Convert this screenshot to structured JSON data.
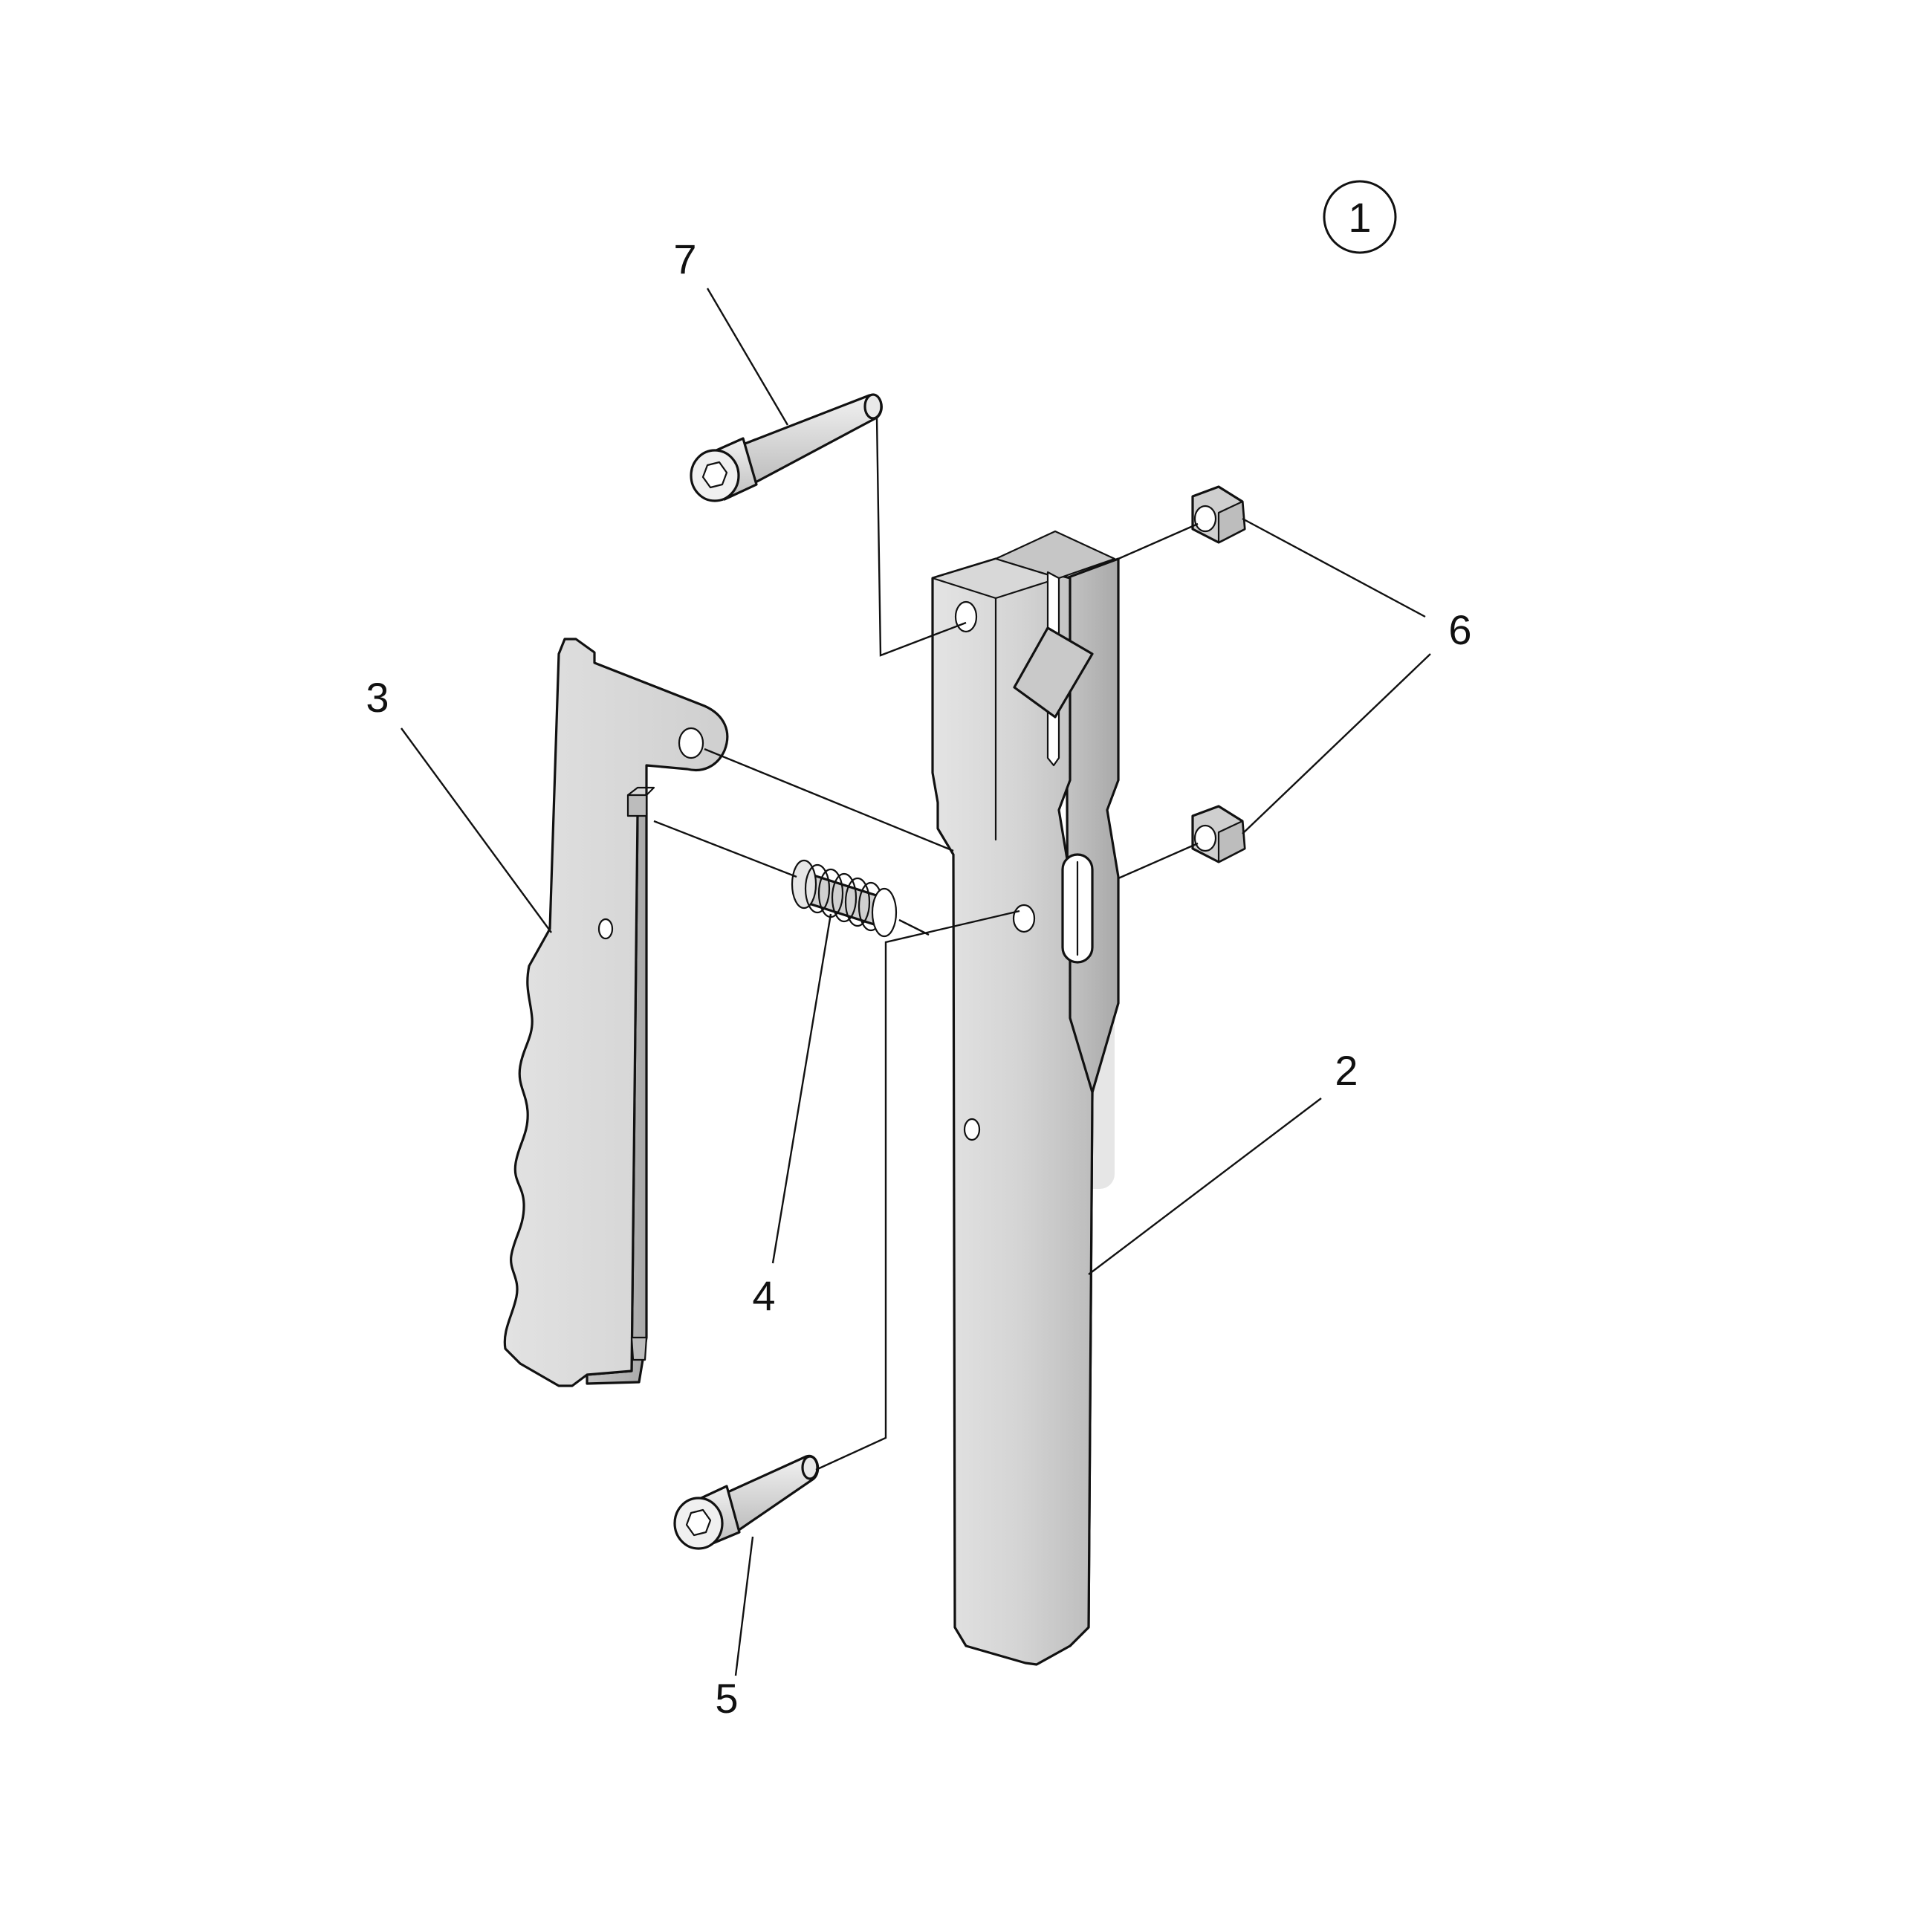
{
  "diagram": {
    "assembly_number": "1",
    "callouts": {
      "tube": "2",
      "lever": "3",
      "spring": "4",
      "screw_lower": "5",
      "nut": "6",
      "screw_upper": "7"
    },
    "colors": {
      "line": "#111111",
      "part_fill_light": "#dcdcdc",
      "part_fill_mid": "#c8c8c8",
      "part_fill_dark": "#b4b4b4",
      "background": "#ffffff"
    }
  }
}
